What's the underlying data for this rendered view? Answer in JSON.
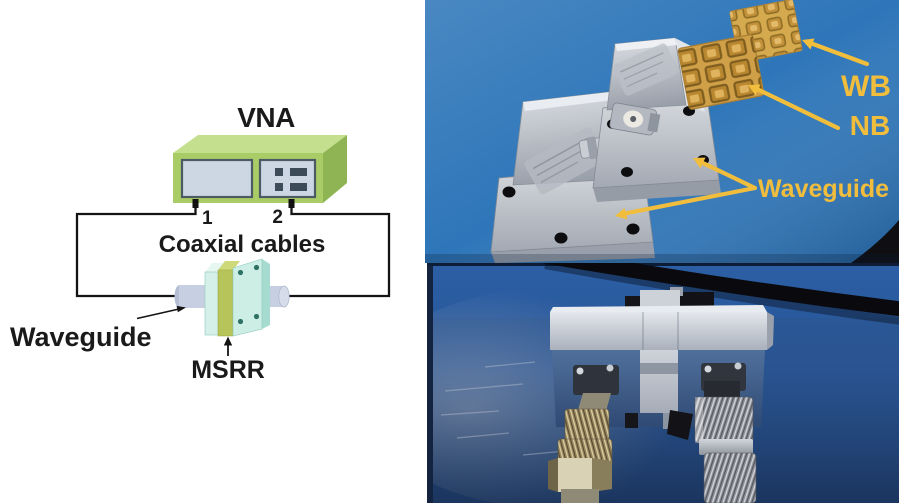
{
  "diagram": {
    "vna_label": "VNA",
    "port_labels": [
      "1",
      "2"
    ],
    "cables_label": "Coaxial cables",
    "waveguide_label": "Waveguide",
    "msrr_label": "MSRR",
    "colors": {
      "vna_front": "#a9cc67",
      "vna_top": "#c4df8d",
      "vna_side": "#8fb453",
      "screen": "#ccd7e3",
      "msrr_green": "#b6c45a",
      "wire": "#141414"
    }
  },
  "photo_top": {
    "background_color": "#2e76b9",
    "annotation_color": "#f0bd3c",
    "labels": {
      "wb": "WB",
      "nb": "NB",
      "waveguide": "Waveguide"
    }
  },
  "photo_bottom": {
    "background_color": "#2d5c9e"
  }
}
